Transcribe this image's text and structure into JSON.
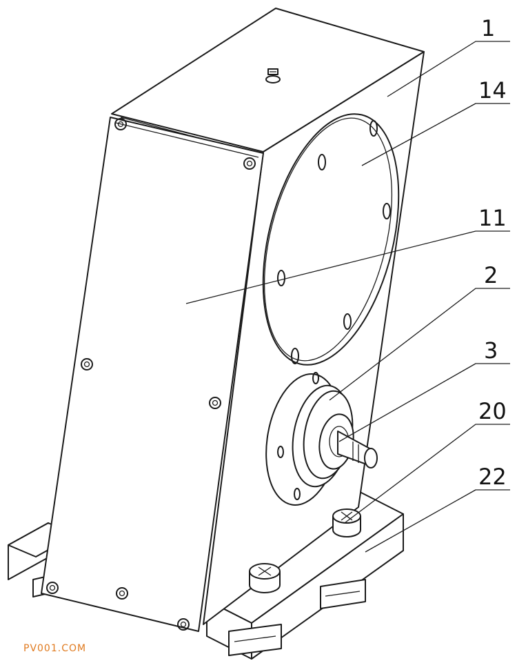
{
  "figure": {
    "callouts": [
      {
        "id": "c1",
        "label": "1"
      },
      {
        "id": "c14",
        "label": "14"
      },
      {
        "id": "c11",
        "label": "11"
      },
      {
        "id": "c2",
        "label": "2"
      },
      {
        "id": "c3",
        "label": "3"
      },
      {
        "id": "c20",
        "label": "20"
      },
      {
        "id": "c22",
        "label": "22"
      }
    ]
  },
  "watermark": "PV001.COM",
  "colors": {
    "line": "#1a1a1a",
    "background": "#ffffff",
    "watermark": "#e07a1f"
  }
}
